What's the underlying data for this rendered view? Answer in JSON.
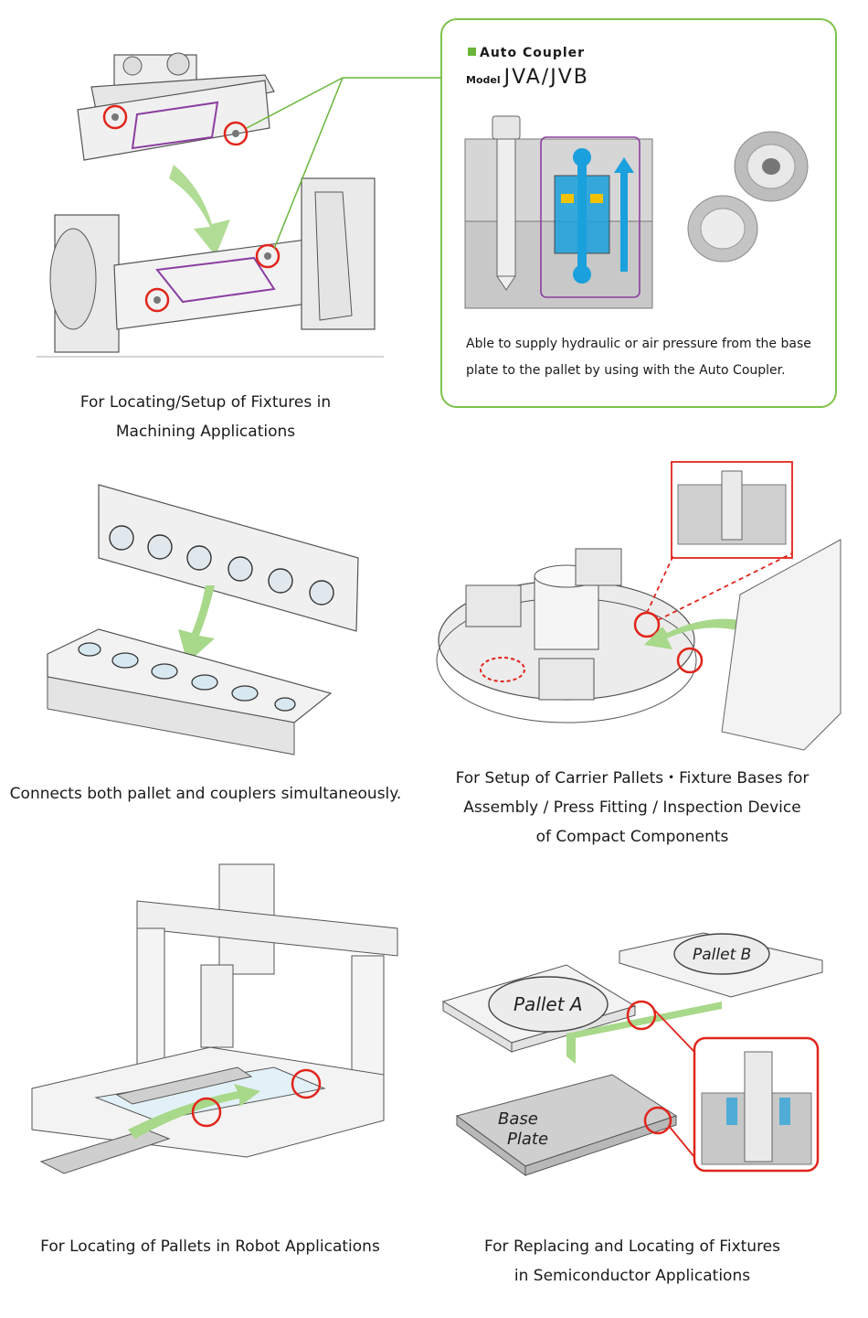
{
  "auto_coupler": {
    "title": "Auto Coupler",
    "model_prefix": "Model",
    "model_name": "JVA/JVB",
    "description": "Able to supply hydraulic or air pressure from the base plate to the pallet by using with the Auto Coupler."
  },
  "captions": {
    "machining": [
      "For Locating/Setup of Fixtures in",
      "Machining Applications"
    ],
    "couplers": [
      "Connects both pallet and couplers simultaneously."
    ],
    "carrier": [
      "For Setup of Carrier Pallets・Fixture Bases for",
      "Assembly / Press Fitting / Inspection Device",
      "of Compact Components"
    ],
    "robot": [
      "For Locating of Pallets in Robot Applications"
    ],
    "semiconductor": [
      "For Replacing and Locating of Fixtures",
      "in Semiconductor Applications"
    ]
  },
  "labels": {
    "pallet_a": "Pallet A",
    "pallet_b": "Pallet B",
    "base_plate_line1": "Base",
    "base_plate_line2": "Plate"
  },
  "colors": {
    "accent_green": "#7dc24a",
    "highlight_red": "#e1251b",
    "purple_frame": "#8a3fa0",
    "flow_blue": "#1aa0dc"
  }
}
